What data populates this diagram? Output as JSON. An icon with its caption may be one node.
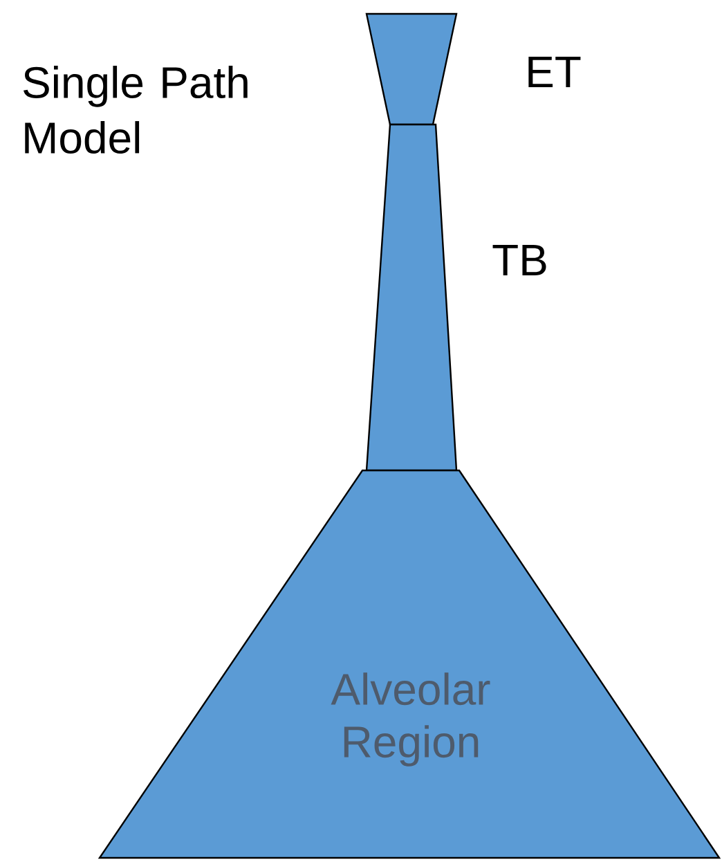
{
  "diagram": {
    "nodes": [
      {
        "text": [
          "ET"
        ]
      },
      {
        "text": [
          "TB"
        ]
      },
      {
        "text": [
          "Alveolar Region"
        ]
      }
    ],
    "labels": [
      "Single Path Model"
    ]
  }
}
